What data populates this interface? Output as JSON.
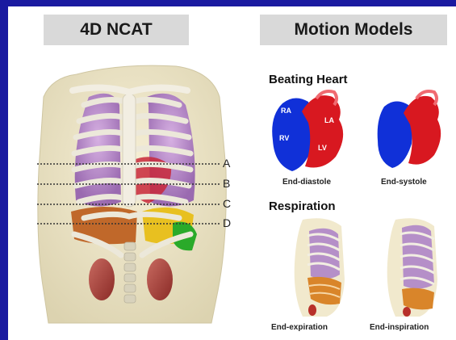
{
  "left_title": "4D NCAT",
  "right_title": "Motion Models",
  "slice_lines": [
    "A",
    "B",
    "C",
    "D"
  ],
  "beating_heart": {
    "heading": "Beating Heart",
    "chamber_labels": [
      "RA",
      "LA",
      "RV",
      "LV"
    ],
    "captions": [
      "End-diastole",
      "End-systole"
    ]
  },
  "respiration": {
    "heading": "Respiration",
    "captions": [
      "End-expiration",
      "End-inspiration"
    ]
  },
  "colors": {
    "border": "#1a1aa0",
    "header_bg": "#d9d9d9",
    "heart_right": "#1030d8",
    "heart_left": "#d81820",
    "lung": "#b58fc8",
    "ribs": "#e8e4d8"
  }
}
